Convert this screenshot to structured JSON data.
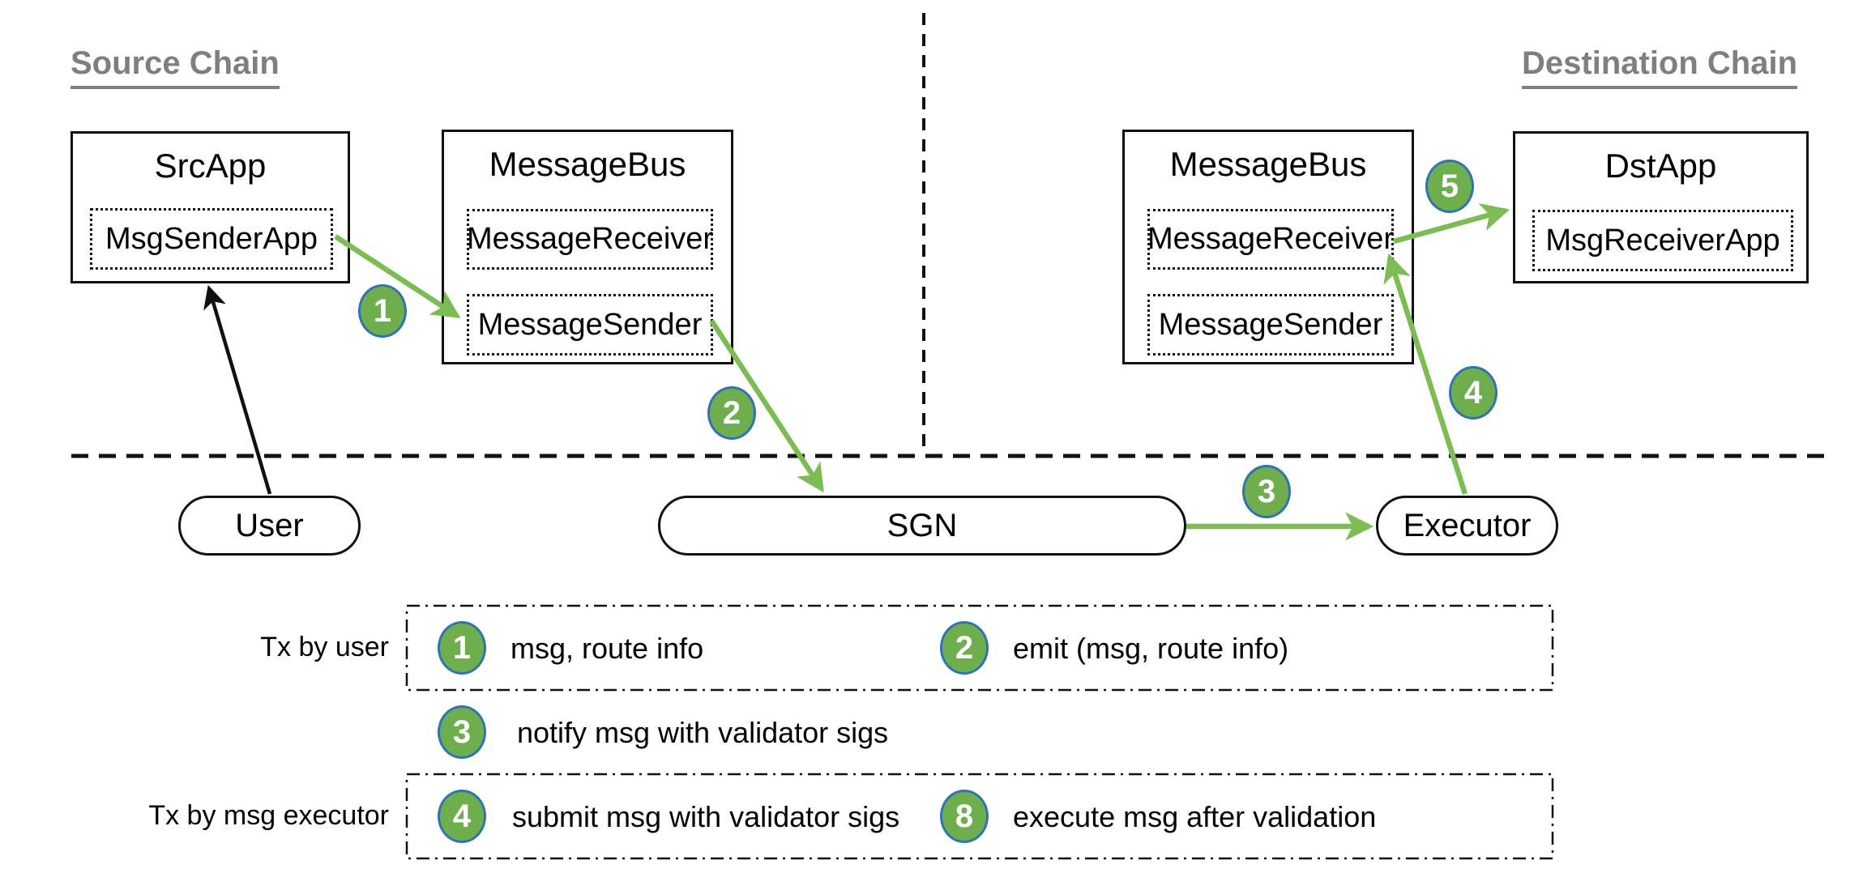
{
  "headings": {
    "source": "Source Chain",
    "destination": "Destination Chain"
  },
  "chains": {
    "source": {
      "src_app": {
        "title": "SrcApp",
        "module": "MsgSenderApp"
      },
      "message_bus": {
        "title": "MessageBus",
        "receiver": "MessageReceiver",
        "sender": "MessageSender"
      }
    },
    "destination": {
      "message_bus": {
        "title": "MessageBus",
        "receiver": "MessageReceiver",
        "sender": "MessageSender"
      },
      "dst_app": {
        "title": "DstApp",
        "module": "MsgReceiverApp"
      }
    }
  },
  "offchain": {
    "user": "User",
    "sgn": "SGN",
    "executor": "Executor"
  },
  "flow_badges": {
    "step1": "1",
    "step2": "2",
    "step3": "3",
    "step4": "4",
    "step5": "5"
  },
  "legend": {
    "tx_by_user_label": "Tx by user",
    "tx_by_executor_label": "Tx by msg executor",
    "items": {
      "step1": {
        "num": "1",
        "text": "msg, route info"
      },
      "step2": {
        "num": "2",
        "text": "emit (msg, route info)"
      },
      "step3": {
        "num": "3",
        "text": "notify msg with validator sigs"
      },
      "step4": {
        "num": "4",
        "text": "submit msg with validator sigs"
      },
      "step8": {
        "num": "8",
        "text": "execute msg after validation"
      }
    }
  },
  "colors": {
    "badge_green": "#6fae4d",
    "badge_ring": "#2e74b5",
    "arrow_green": "#7bbd53",
    "heading_gray": "#7f7f7f",
    "line_black": "#111111"
  }
}
